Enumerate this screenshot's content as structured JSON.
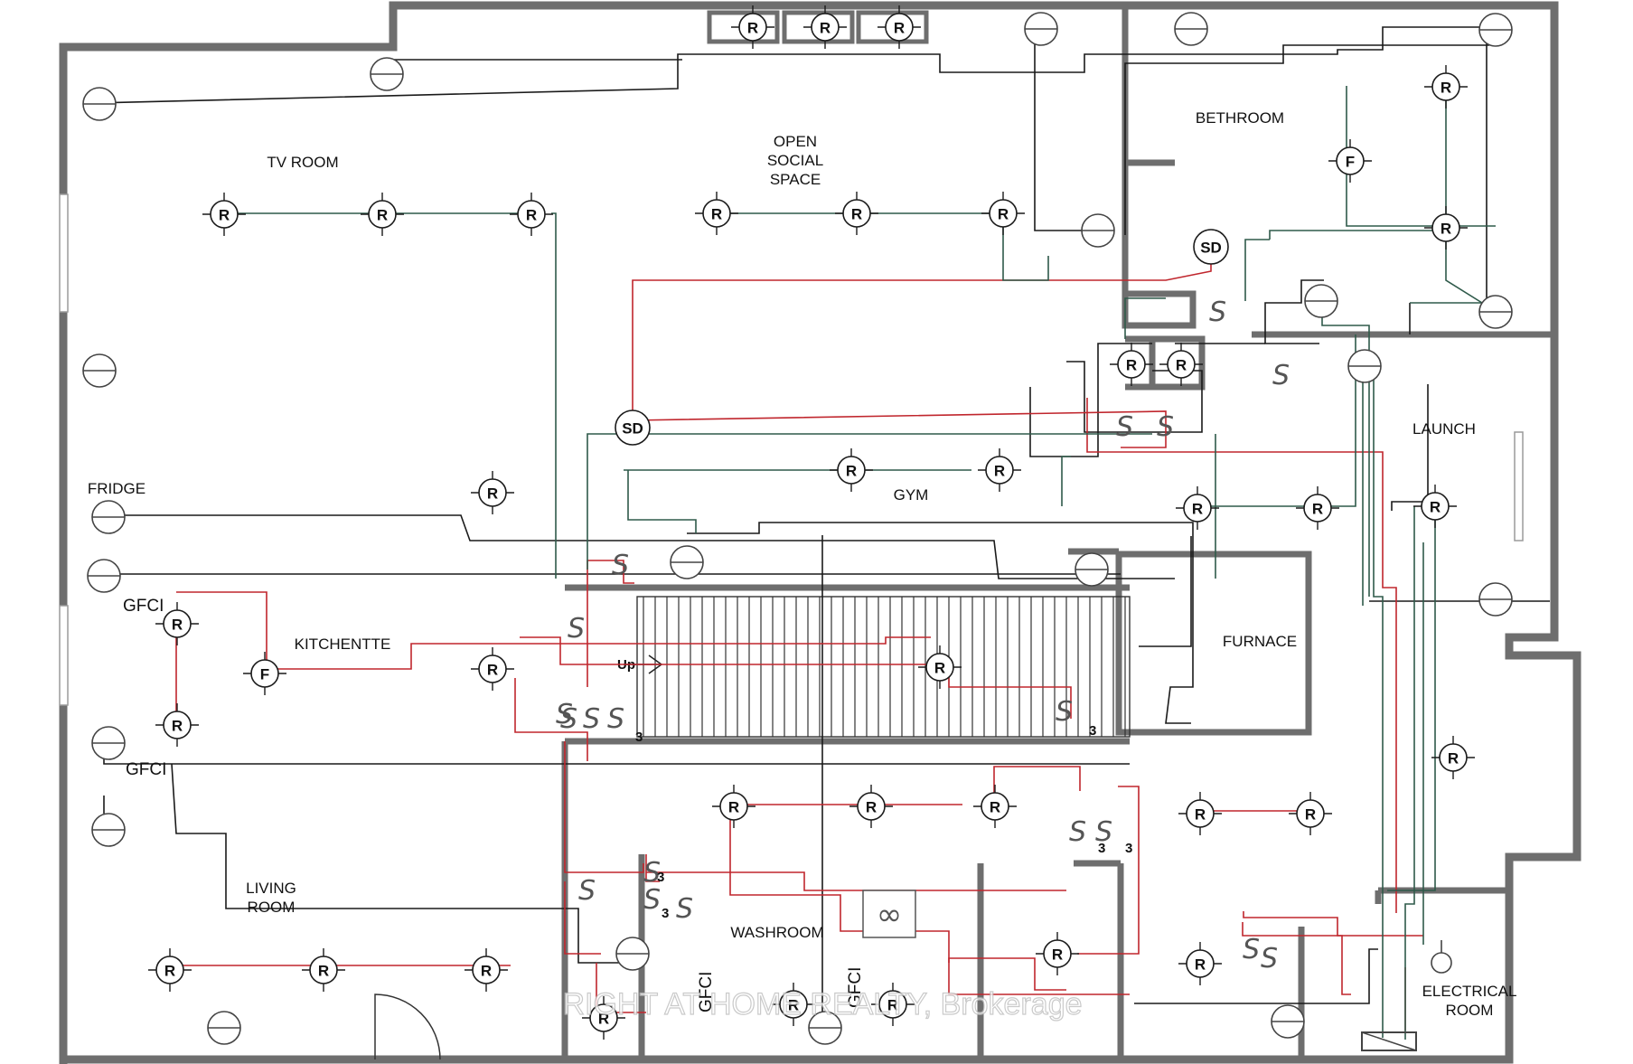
{
  "rooms": {
    "tv_room": "TV ROOM",
    "open_social_line1": "OPEN",
    "open_social_line2": "SOCIAL",
    "open_social_line3": "SPACE",
    "bethroom": "BETHROOM",
    "launch": "LAUNCH",
    "gym": "GYM",
    "fridge": "FRIDGE",
    "kitchentte": "KITCHENTTE",
    "furnace": "FURNACE",
    "living_line1": "LIVING",
    "living_line2": "ROOM",
    "washroom": "WASHROOM",
    "electrical_line1": "ELECTRICAL",
    "electrical_line2": "ROOM"
  },
  "symbols": {
    "recessed": "R",
    "fan": "F",
    "smoke_detector": "SD",
    "switch": "S",
    "three_way": "3",
    "gfci": "GFCI",
    "up": "Up"
  },
  "watermark": "RIGHT AT HOME REALTY, Brokerage",
  "colors": {
    "wall": "#6e6e6e",
    "wire_black": "#1a1a1a",
    "wire_red": "#c0262d",
    "wire_green": "#2f5a4a"
  }
}
